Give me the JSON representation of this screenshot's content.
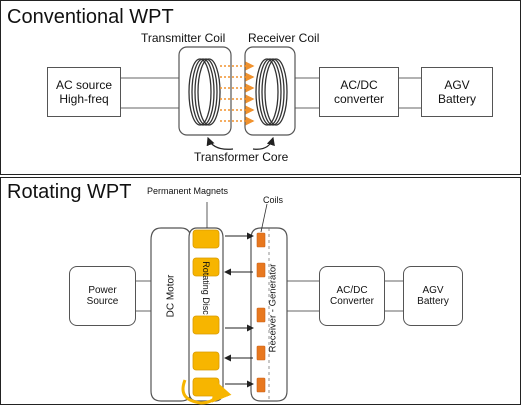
{
  "conventional": {
    "title": "Conventional WPT",
    "transmitter_label": "Transmitter Coil",
    "receiver_label": "Receiver Coil",
    "core_label": "Transformer Core",
    "source_line1": "AC source",
    "source_line2": "High-freq",
    "converter_line1": "AC/DC",
    "converter_line2": "converter",
    "battery_line1": "AGV",
    "battery_line2": "Battery"
  },
  "rotating": {
    "title": "Rotating WPT",
    "magnets_label": "Permanent Magnets",
    "coils_label": "Coils",
    "source_line1": "Power",
    "source_line2": "Source",
    "motor_label": "DC Motor",
    "disc_label": "Rotating Disc",
    "generator_label": "Receiver - Generator",
    "converter_line1": "AC/DC",
    "converter_line2": "Converter",
    "battery_line1": "AGV",
    "battery_line2": "Battery"
  },
  "colors": {
    "magnet": "#f7b500",
    "coil": "#e8781f",
    "flux_arrow": "#f0922e",
    "line": "#555555"
  }
}
